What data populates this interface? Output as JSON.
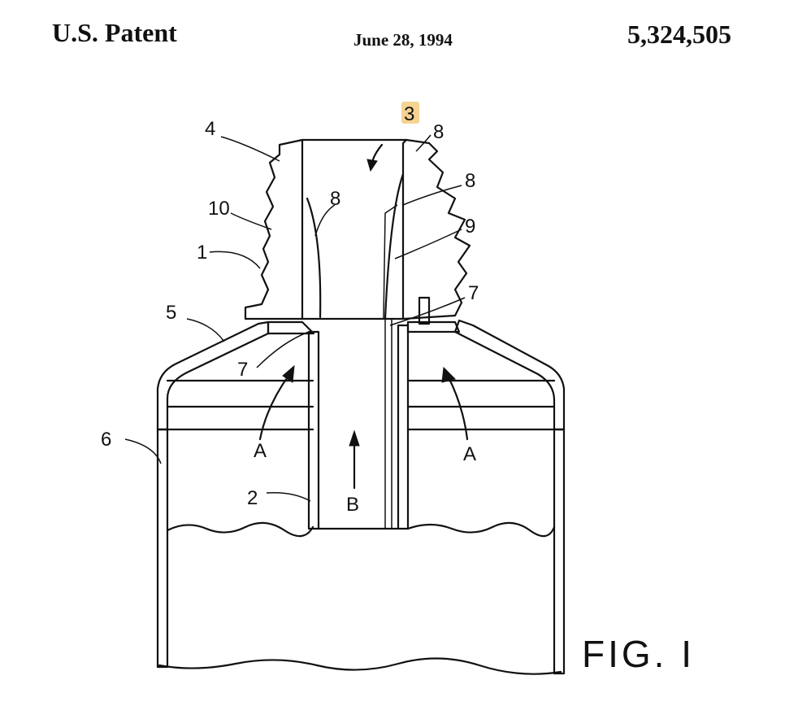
{
  "header": {
    "left": "U.S. Patent",
    "date": "June 28, 1994",
    "number": "5,324,505"
  },
  "figure": {
    "caption": "FIG. I",
    "labels": {
      "l1": "1",
      "l2": "2",
      "l3": "3",
      "l4": "4",
      "l5": "5",
      "l6": "6",
      "l7a": "7",
      "l7b": "7",
      "l8a": "8",
      "l8b": "8",
      "l8c": "8",
      "l9": "9",
      "l10": "10",
      "lA1": "A",
      "lA2": "A",
      "lB": "B"
    },
    "highlight_color": "#f2c46b"
  }
}
